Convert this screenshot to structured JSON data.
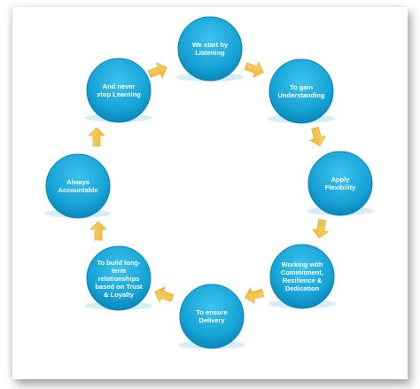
{
  "cycle": {
    "steps": [
      {
        "label": "We start by\nListening"
      },
      {
        "label": "To gain\nUnderstanding"
      },
      {
        "label": "Apply\nFlexibility"
      },
      {
        "label": "Working with\nCommitment,\nResilience &\nDedication"
      },
      {
        "label": "To ensure\nDelivery"
      },
      {
        "label": "To build long-\nterm\nrelationships\nbased on Trust\n& Loyalty"
      },
      {
        "label": "Always\nAccountable"
      },
      {
        "label": "And never\nstop Learning"
      }
    ]
  },
  "colors": {
    "circle_fill": "#1aa6d8",
    "circle_edge": "#0a86ba",
    "arrow_fill": "#f6c445",
    "arrow_edge": "#e0a321",
    "text": "#ffffff"
  }
}
